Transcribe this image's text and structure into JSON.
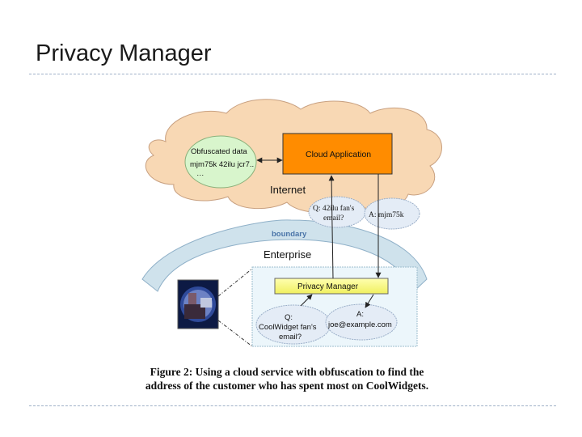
{
  "slide": {
    "title": "Privacy Manager"
  },
  "diagram": {
    "obfuscated_data": {
      "title": "Obfuscated data",
      "line1": "mjm75k  42ilu  jcr7..",
      "line2": "…"
    },
    "cloud_app": {
      "label": "Cloud Application"
    },
    "internet": {
      "label": "Internet"
    },
    "query_bubble": {
      "line1": "Q: 42ilu fan's",
      "line2": "email?"
    },
    "answer_bubble": {
      "label": "A: mjm75k"
    },
    "boundary": {
      "label": "boundary"
    },
    "enterprise": {
      "label": "Enterprise"
    },
    "privacy_manager": {
      "label": "Privacy Manager"
    },
    "enterprise_query": {
      "line1": "Q:",
      "line2": "CoolWidget fan's",
      "line3": "email?"
    },
    "enterprise_answer": {
      "line1": "A:",
      "line2": "joe@example.com"
    }
  },
  "caption": {
    "line1": "Figure 2: Using a cloud service with obfuscation to find the",
    "line2": "address of the customer who has spent most on CoolWidgets."
  },
  "colors": {
    "cloud_fill": "#f8d8b4",
    "cloud_stroke": "#c8a080",
    "app_fill": "#ff8c00",
    "green_fill": "#d8f5cc",
    "bubble_fill": "#e4ecf6",
    "boundary_fill": "#cfe2ec",
    "enterprise_fill": "#ecf6fb",
    "pm_fill": "#ffff80"
  }
}
